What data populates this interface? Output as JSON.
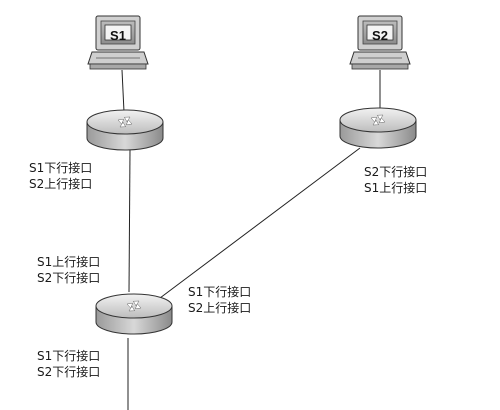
{
  "hosts": {
    "s1": {
      "label": "S1"
    },
    "s2": {
      "label": "S2"
    }
  },
  "routers": {
    "r1": {
      "lines": [
        "S1下行接口",
        "S2上行接口"
      ]
    },
    "r2": {
      "lines": [
        "S2下行接口",
        "S1上行接口"
      ]
    },
    "r3": {
      "upper": [
        "S1上行接口",
        "S2下行接口"
      ],
      "right": [
        "S1下行接口",
        "S2上行接口"
      ],
      "lower": [
        "S1下行接口",
        "S2下行接口"
      ]
    }
  }
}
